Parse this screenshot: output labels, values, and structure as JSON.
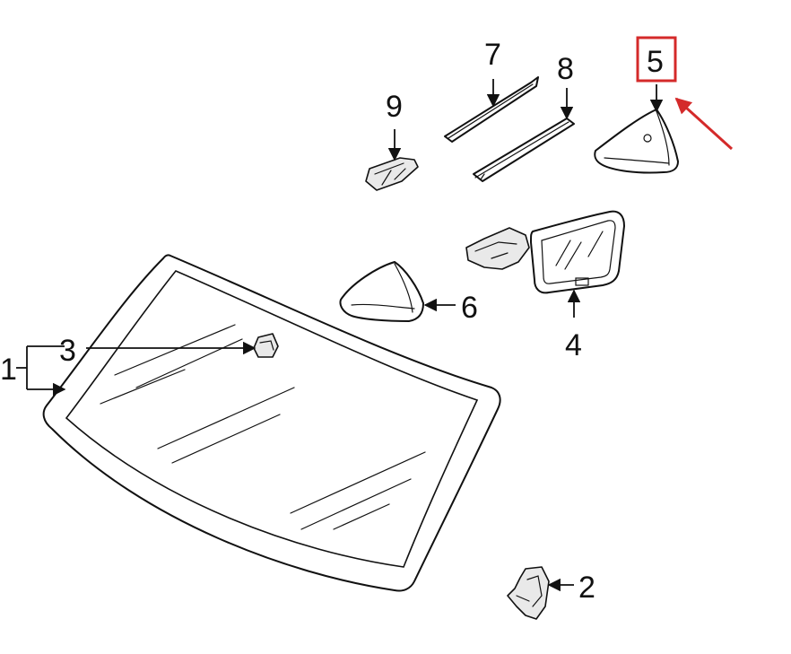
{
  "callouts": {
    "c1": "1",
    "c2": "2",
    "c3": "3",
    "c4": "4",
    "c5": "5",
    "c6": "6",
    "c7": "7",
    "c8": "8",
    "c9": "9"
  },
  "highlight": {
    "part": "5",
    "color": "#d42a2a"
  }
}
